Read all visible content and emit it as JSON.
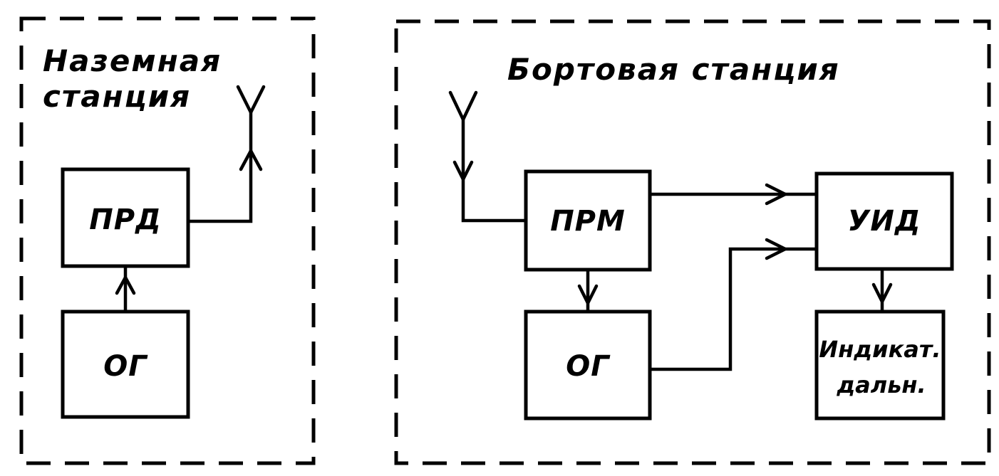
{
  "ground_station": {
    "title_line1": "Наземная",
    "title_line2": "станция",
    "blocks": {
      "transmitter": "ПРД",
      "generator": "ОГ"
    }
  },
  "onboard_station": {
    "title": "Бортовая станция",
    "blocks": {
      "receiver": "ПРМ",
      "generator": "ОГ",
      "uid": "УИД",
      "indicator_line1": "Индикат.",
      "indicator_line2": "дальн."
    }
  }
}
